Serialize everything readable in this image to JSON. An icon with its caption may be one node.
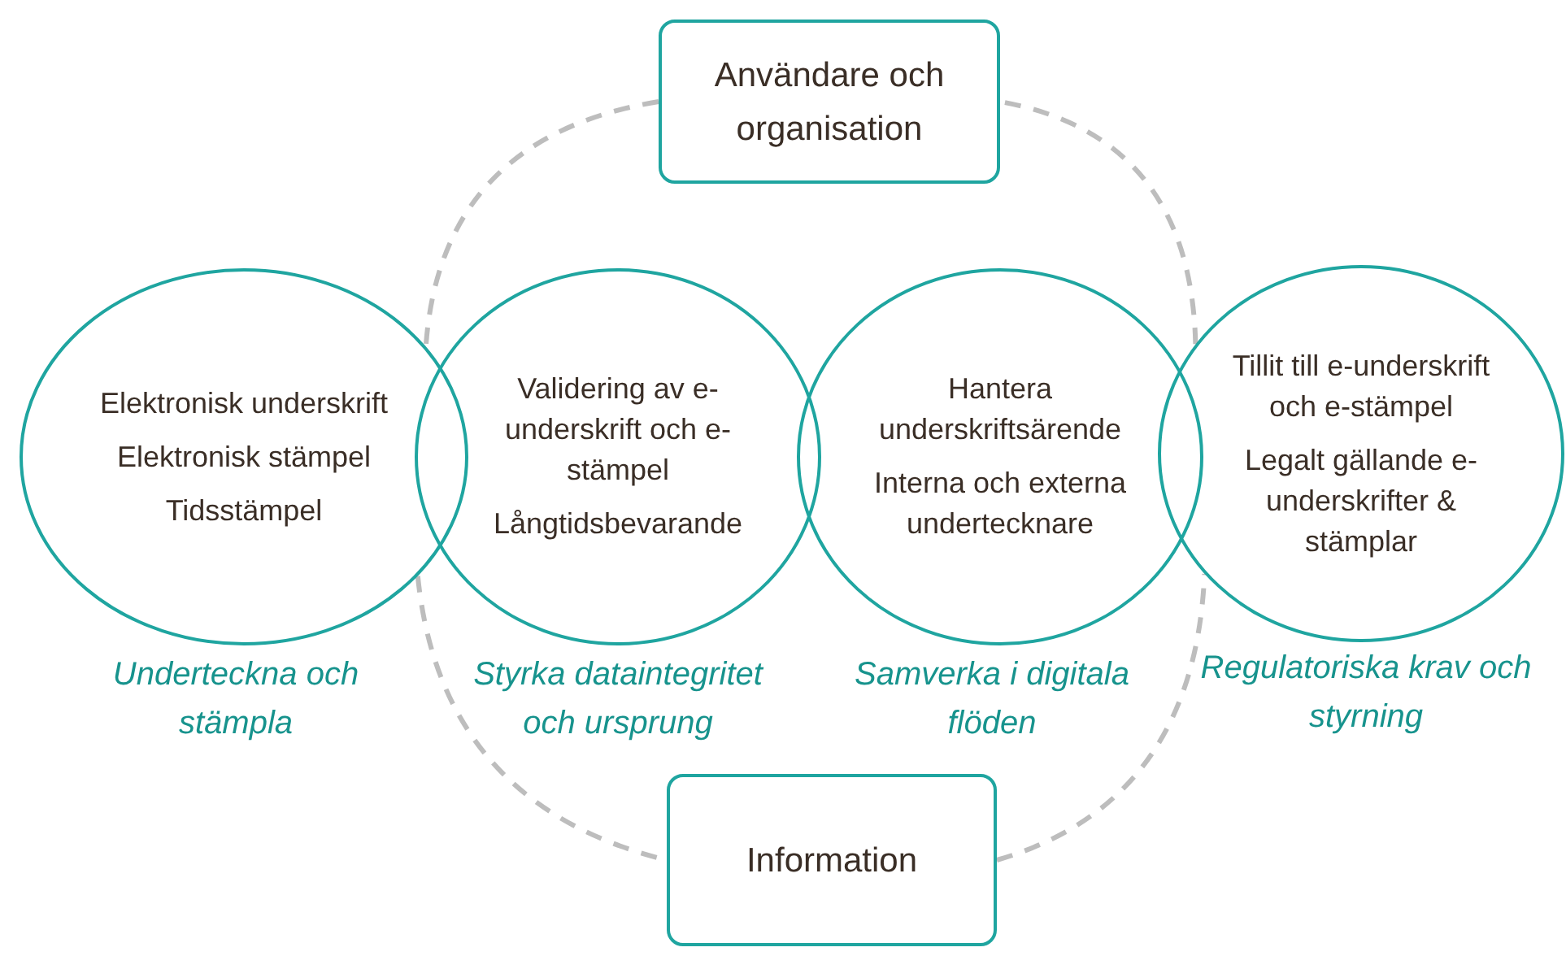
{
  "diagram": {
    "nodes": [
      {
        "text": [
          "Användare och organisation"
        ]
      },
      {
        "text": [
          "Elektronisk underskrift",
          "Elektronisk stämpel",
          "Tidsstämpel"
        ],
        "beside": [
          "Underteckna och stämpla"
        ]
      },
      {
        "text": [
          "Validering av e-underskrift och e-stämpel",
          "Långtidsbevarande"
        ],
        "beside": [
          "Styrka dataintegritet och ursprung"
        ]
      },
      {
        "text": [
          "Hantera underskriftsärende",
          "Interna och externa undertecknare"
        ],
        "beside": [
          "Samverka i digitala flöden"
        ]
      },
      {
        "text": [
          "Tillit till e-underskrift och e-stämpel",
          "Legalt gällande e-underskrifter & stämplar"
        ],
        "beside": [
          "Regulatoriska krav och styrning"
        ]
      },
      {
        "text": [
          "Information"
        ]
      }
    ],
    "edges": [
      {
        "from": 0,
        "to": 1,
        "arrow": "none",
        "style": "dashed"
      },
      {
        "from": 1,
        "to": 5,
        "arrow": "none",
        "style": "dashed"
      },
      {
        "from": 5,
        "to": 4,
        "arrow": "none",
        "style": "dashed"
      },
      {
        "from": 4,
        "to": 0,
        "arrow": "none",
        "style": "dashed"
      }
    ]
  }
}
